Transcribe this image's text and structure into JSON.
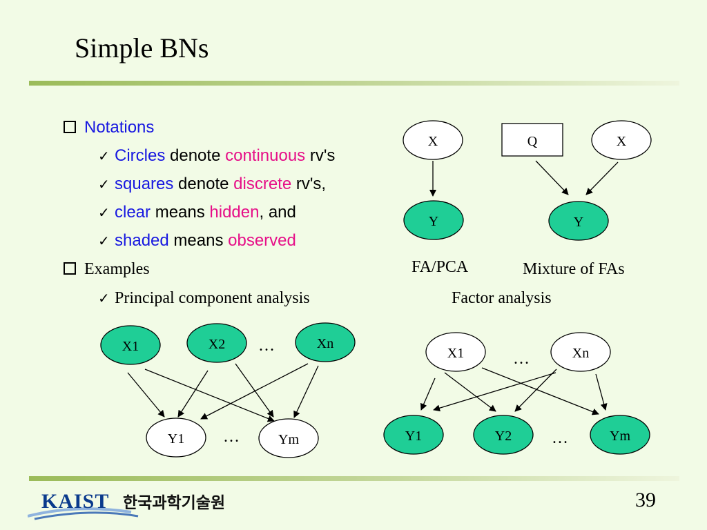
{
  "slide": {
    "title": "Simple BNs",
    "page_number": "39"
  },
  "bullets": {
    "notations": "Notations",
    "n1": {
      "a": "Circles",
      "b": " denote ",
      "c": "continuous",
      "d": " rv's"
    },
    "n2": {
      "a": "squares",
      "b": " denote ",
      "c": "discrete",
      "d": " rv's,"
    },
    "n3": {
      "a": "clear",
      "b": " means ",
      "c": "hidden",
      "d": ", and"
    },
    "n4": {
      "a": "shaded",
      "b": " means ",
      "c": "observed"
    },
    "examples": "Examples",
    "pca": "Principal component analysis"
  },
  "diagrams": {
    "fa_pca": {
      "caption": "FA/PCA",
      "x": "X",
      "y": "Y"
    },
    "mix": {
      "caption": "Mixture of FAs",
      "q": "Q",
      "x": "X",
      "y": "Y"
    },
    "factor_analysis_label": "Factor analysis",
    "pca_net": {
      "x1": "X1",
      "x2": "X2",
      "dots_top": "…",
      "xn": "Xn",
      "y1": "Y1",
      "dots_bottom": "…",
      "ym": "Ym"
    },
    "fa_net": {
      "x1": "X1",
      "dots_top": "…",
      "xn": "Xn",
      "y1": "Y1",
      "y2": "Y2",
      "dots_bottom": "…",
      "ym": "Ym"
    }
  },
  "footer": {
    "logo_en": "KAIST",
    "logo_ko": "한국과학기술원"
  },
  "colors": {
    "shaded": "#1fce96",
    "accent_blue": "#1717e0",
    "accent_pink": "#e60f88",
    "background": "#f2fbe6",
    "rule": "#9bbb59"
  }
}
